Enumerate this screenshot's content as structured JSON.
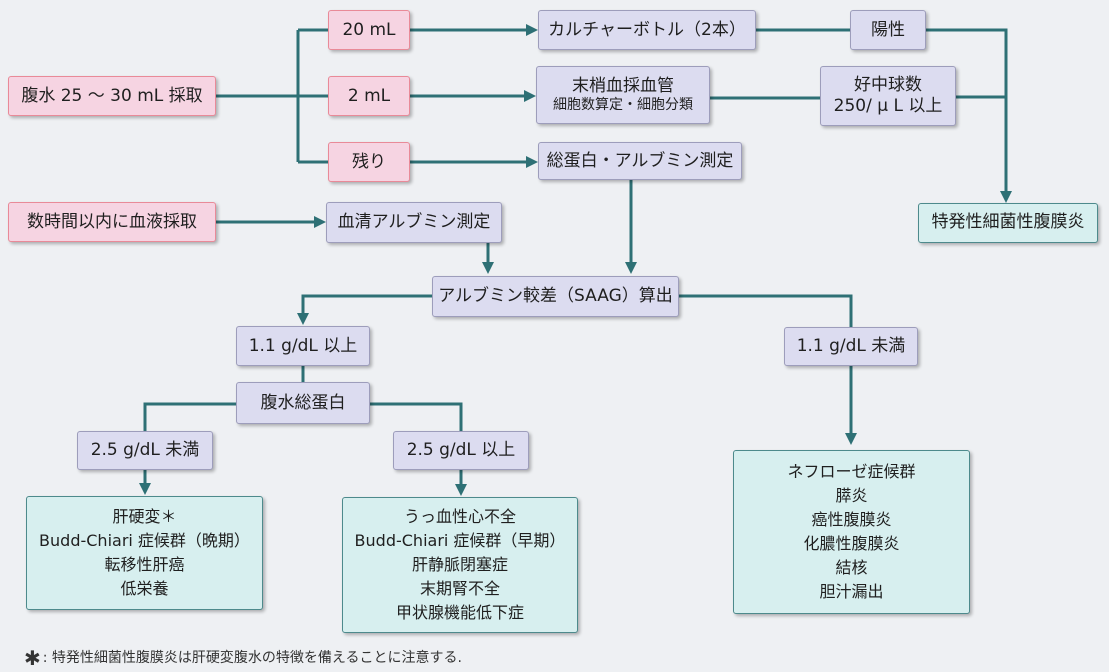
{
  "colors": {
    "connector": "#2e7075",
    "source_box": "#f6d4e2",
    "step_box": "#dcdcf0",
    "result_box": "#d7efef"
  },
  "boxes": {
    "ascites": "腹水 25 〜 30 mL 採取",
    "ml20": "20 mL",
    "ml2": "2 mL",
    "remainder": "残り",
    "culture": "カルチャーボトル（2本）",
    "positive": "陽性",
    "blood_tube_line1": "末梢血採血管",
    "blood_tube_line2": "細胞数算定・細胞分類",
    "neutrophil_line1": "好中球数",
    "neutrophil_line2": "250/ μ L 以上",
    "sbp": "特発性細菌性腹膜炎",
    "protein": "総蛋白・アルブミン測定",
    "blood_sample": "数時間以内に血液採取",
    "serum_albumin": "血清アルブミン測定",
    "saag": "アルブミン較差（SAAG）算出",
    "high_saag": "1.1 g/dL 以上",
    "low_saag": "1.1 g/dL 未満",
    "total_protein": "腹水総蛋白",
    "tp_low": "2.5 g/dL 未満",
    "tp_high": "2.5 g/dL 以上"
  },
  "results": {
    "tp_low": [
      "肝硬変＊",
      "Budd-Chiari 症候群（晩期）",
      "転移性肝癌",
      "低栄養"
    ],
    "tp_high": [
      "うっ血性心不全",
      "Budd-Chiari 症候群（早期）",
      "肝静脈閉塞症",
      "末期腎不全",
      "甲状腺機能低下症"
    ],
    "low_saag": [
      "ネフローゼ症候群",
      "膵炎",
      "癌性腹膜炎",
      "化膿性腹膜炎",
      "結核",
      "胆汁漏出"
    ]
  },
  "footnote": {
    "mark": "✱",
    "text": ": 特発性細菌性腹膜炎は肝硬変腹水の特徴を備えることに注意する."
  }
}
